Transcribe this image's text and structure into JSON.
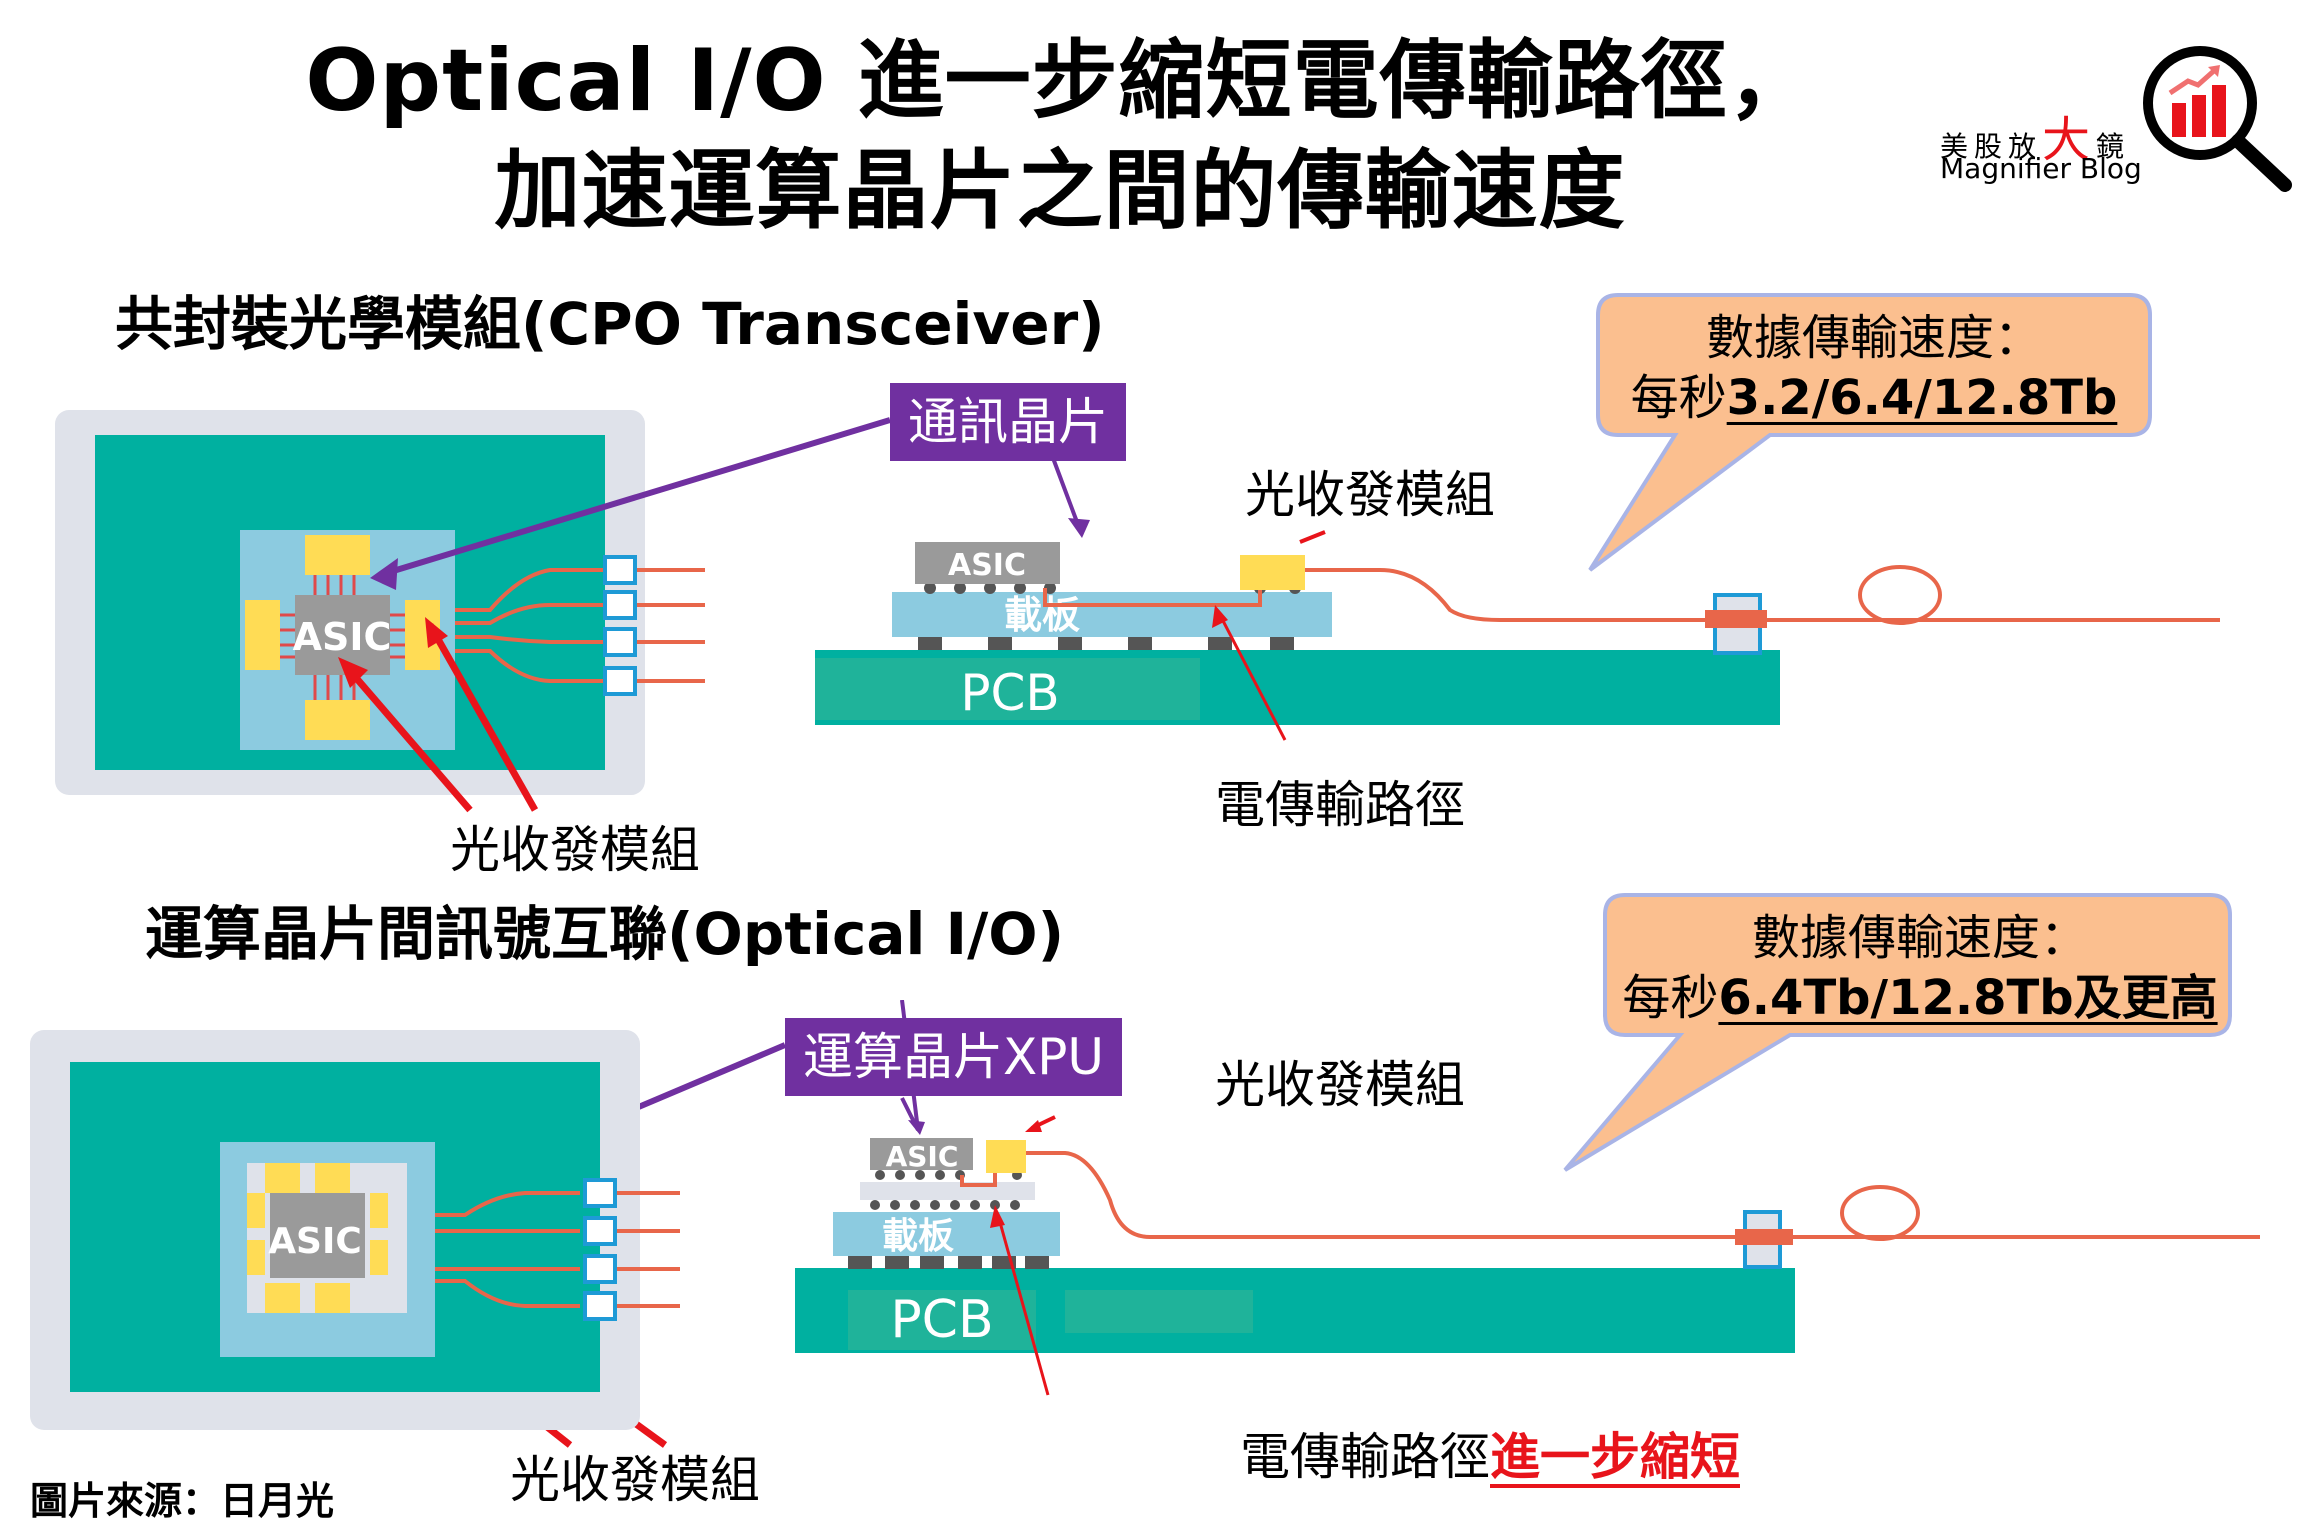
{
  "title": {
    "line1": "Optical I/O 進一步縮短電傳輸路徑，",
    "line2": "加速運算晶片之間的傳輸速度"
  },
  "logo": {
    "cn_prefix": "美股放",
    "cn_big": "大",
    "cn_suffix": "鏡",
    "en": "Magnifier Blog",
    "icon": "magnifier-chart-icon"
  },
  "section_cpo": {
    "heading": "共封裝光學模組(CPO Transceiver)",
    "chip_label": "通訊晶片",
    "asic_label": "ASIC",
    "substrate_label": "載板",
    "pcb_label": "PCB",
    "transceiver_label_top": "光收發模組",
    "transceiver_label_left": "光收發模組",
    "path_label": "電傳輸路徑",
    "bubble": {
      "line1": "數據傳輸速度：",
      "line2_prefix": "每秒",
      "line2_value": "3.2/6.4/12.8Tb"
    }
  },
  "section_oio": {
    "heading": "運算晶片間訊號互聯(Optical I/O)",
    "chip_label": "運算晶片XPU",
    "asic_label": "ASIC",
    "substrate_label": "載板",
    "pcb_label": "PCB",
    "transceiver_label_top": "光收發模組",
    "transceiver_label_left": "光收發模組",
    "path_label": "電傳輸路徑",
    "path_emphasis": "進一步縮短",
    "bubble": {
      "line1": "數據傳輸速度：",
      "line2_prefix": "每秒",
      "line2_value": "6.4Tb/12.8Tb及更高"
    }
  },
  "source": "圖片來源：日月光",
  "colors": {
    "teal_pcb": "#00b0a0",
    "package_frame": "#dfe2ea",
    "substrate": "#8ccbe0",
    "asic_gray": "#9a9a9a",
    "transceiver_yellow": "#ffdc55",
    "fiber_orange": "#e8664a",
    "purple": "#7030a0",
    "red_arrow": "#e8141b",
    "bubble_fill": "#fbbf8f",
    "bubble_border": "#a9b4e6",
    "connector_blue": "#1e9ad6"
  }
}
